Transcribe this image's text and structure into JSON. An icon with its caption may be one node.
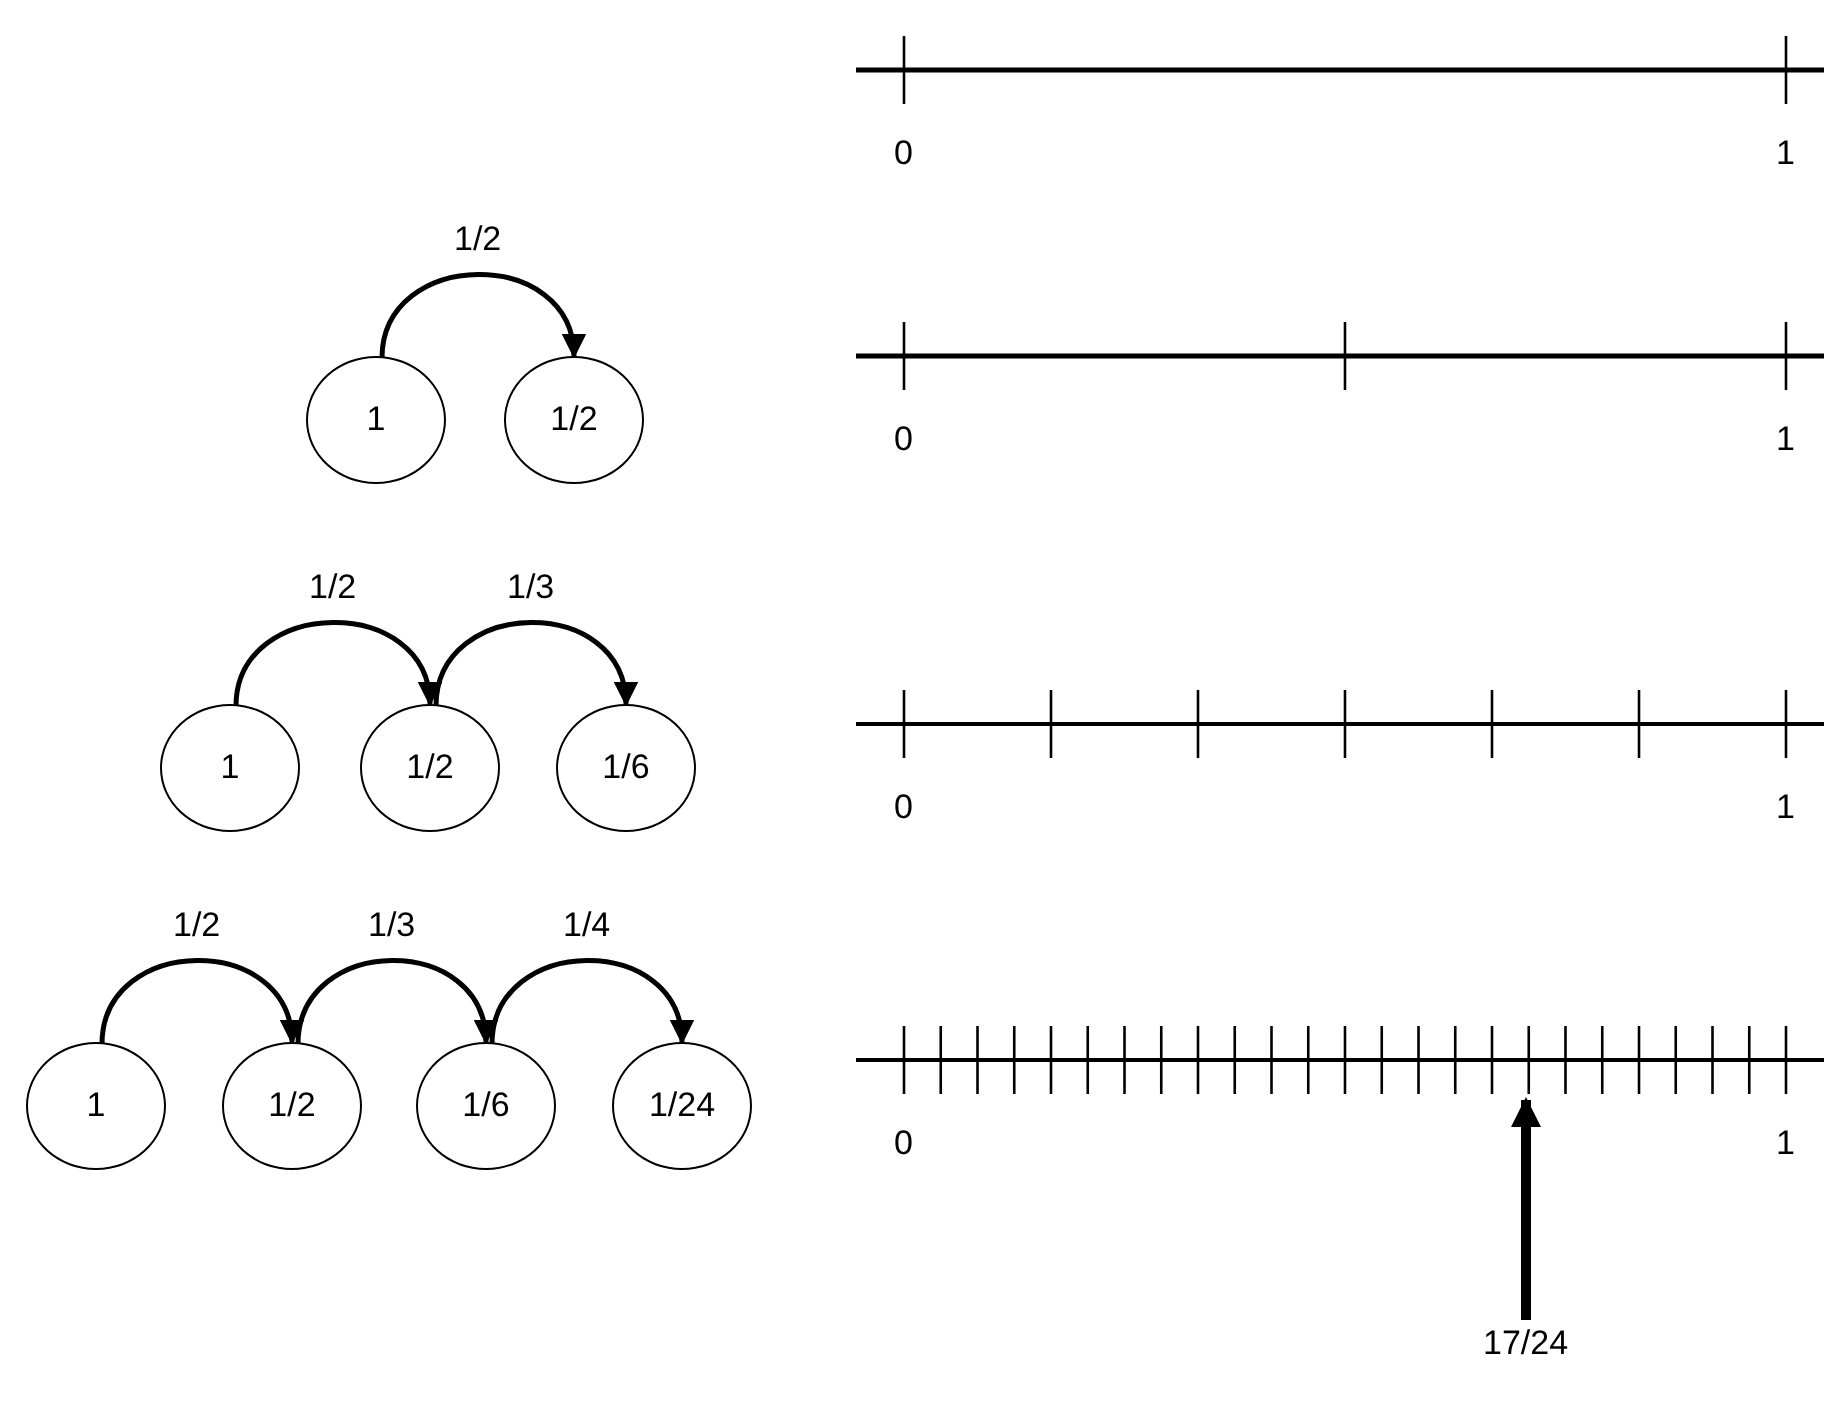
{
  "diagram": {
    "nodes": [
      {
        "text": [
          "1"
        ]
      },
      {
        "text": [
          "1/2"
        ]
      },
      {
        "text": [
          "1"
        ]
      },
      {
        "text": [
          "1/2"
        ]
      },
      {
        "text": [
          "1/6"
        ]
      },
      {
        "text": [
          "1"
        ]
      },
      {
        "text": [
          "1/2"
        ]
      },
      {
        "text": [
          "1/6"
        ]
      },
      {
        "text": [
          "1/24"
        ]
      },
      {
        "text": [
          "17/24"
        ]
      }
    ],
    "edges": [
      {
        "from": 0,
        "to": 1,
        "arrow": "to",
        "label": "1/2"
      },
      {
        "from": 2,
        "to": 3,
        "arrow": "to",
        "label": "1/2"
      },
      {
        "from": 3,
        "to": 4,
        "arrow": "to",
        "label": "1/3"
      },
      {
        "from": 5,
        "to": 6,
        "arrow": "to",
        "label": "1/2"
      },
      {
        "from": 6,
        "to": 7,
        "arrow": "to",
        "label": "1/3"
      },
      {
        "from": 7,
        "to": 8,
        "arrow": "to",
        "label": "1/4"
      },
      {
        "from": 9,
        "to": null,
        "arrow": "to",
        "style": "thick"
      }
    ],
    "labels": [
      "0",
      "1",
      "0",
      "1",
      "0",
      "1",
      "0",
      "1"
    ]
  }
}
